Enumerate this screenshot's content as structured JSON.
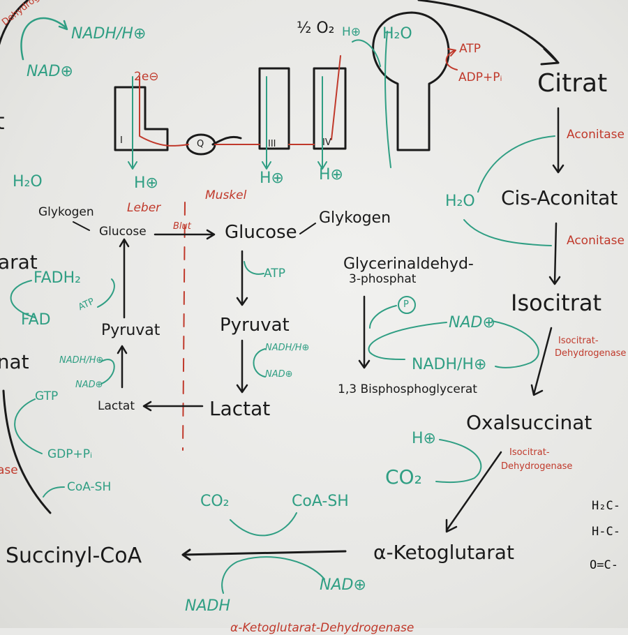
{
  "colors": {
    "black": "#1a1a1a",
    "green": "#2f9e83",
    "red": "#c0392b",
    "board": "#e9e9e7"
  },
  "electron_transport": {
    "nad": "NAD⊕",
    "nadh": "NADH/H⊕",
    "two_e": "2e⊖",
    "half_o2": "½ O₂",
    "h_plus": "H⊕",
    "h2o": "H₂O",
    "atp": "ATP",
    "adp": "ADP+Pᵢ",
    "complex_1": "I",
    "complex_q": "Q",
    "complex_3": "III",
    "complex_4": "IV",
    "h_out_1": "H⊕",
    "h_out_2": "H⊕",
    "h_out_3": "H⊕",
    "dehydrog_partial": "Dehydrog"
  },
  "cori": {
    "leber": "Leber",
    "muskel": "Muskel",
    "blut": "Blut",
    "glykogen_left": "Glykogen",
    "glucose_left": "Glucose",
    "glucose_right": "Glucose",
    "glykogen_right": "Glykogen",
    "atp": "ATP",
    "pyruvat_left": "Pyruvat",
    "pyruvat_right": "Pyruvat",
    "nadh_right": "NADH/H⊕",
    "nad_right": "NAD⊕",
    "nadh_left": "NADH/H⊕",
    "nad_left": "NAD⊕",
    "lactat_right": "Lactat",
    "lactat_left": "Lactat"
  },
  "glycolysis_step": {
    "gap_line1": "Glycerinaldehyd-",
    "gap_line2": "3-phosphat",
    "p": "P",
    "nad": "NAD⊕",
    "nadh": "NADH/H⊕",
    "bpg": "1,3 Bisphosphoglycerat"
  },
  "citrate_cycle": {
    "citrat": "Citrat",
    "aconitase_1": "Aconitase",
    "h2o": "H₂O",
    "cis_aconitat": "Cis-Aconitat",
    "aconitase_2": "Aconitase",
    "isocitrat": "Isocitrat",
    "icdh_1_line1": "Isocitrat-",
    "icdh_1_line2": "Dehydrogenase",
    "oxalsuccinat": "Oxalsuccinat",
    "h_plus": "H⊕",
    "co2_right": "CO₂",
    "icdh_2_line1": "Isocitrat-",
    "icdh_2_line2": "Dehydrogenase",
    "akg": "α-Ketoglutarat",
    "co2_bottom": "CO₂",
    "coa_sh": "CoA-SH",
    "nad_bottom": "NAD⊕",
    "nadh_bottom": "NADH",
    "succinyl_coa": "Succinyl-CoA",
    "bottom_enzyme_partial": "α-Ketoglutarat-Dehydrogenase",
    "coa_sh_left": "CoA-SH",
    "gdp": "GDP+Pᵢ",
    "gtp": "GTP",
    "inat_partial": "inat",
    "fad": "FAD",
    "fadh2": "FADH₂",
    "atp_small": "ATP",
    "tarat_partial": "tarat",
    "h2o_left": "H₂O",
    "t_partial": "t",
    "ase_partial": "ase"
  },
  "structure": {
    "line1": "H₂C-",
    "line2": "H-C-",
    "line3": "O=C-"
  }
}
